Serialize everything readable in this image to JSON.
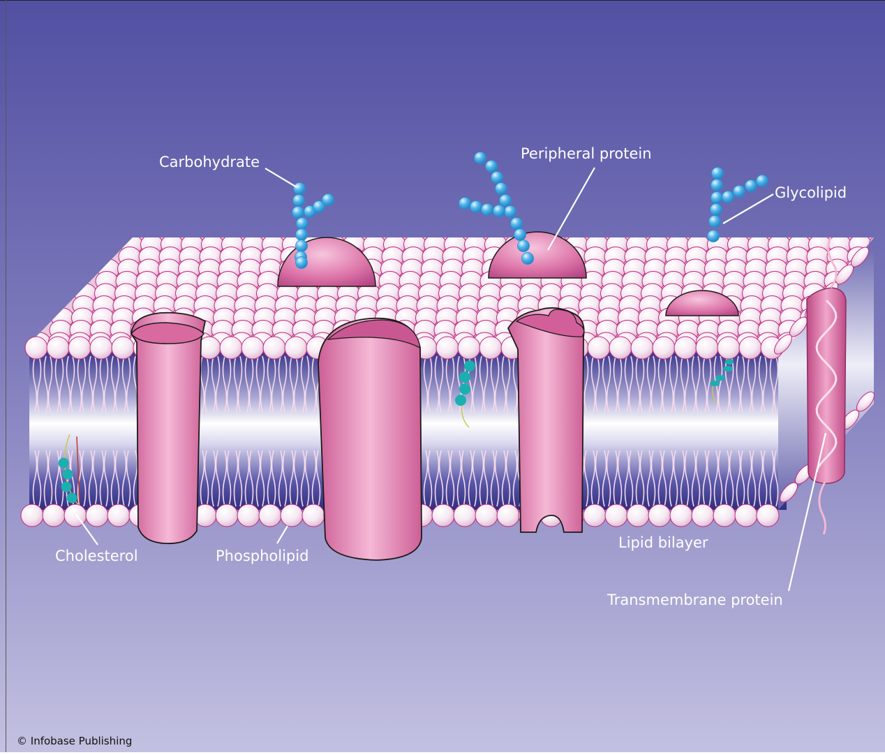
{
  "labels": {
    "carbohydrate": "Carbohydrate",
    "peripheral_protein": "Peripheral protein",
    "glycolipid": "Glycolipid",
    "cholesterol": "Cholesterol",
    "phospholipid": "Phospholipid",
    "lipid_bilayer": "Lipid bilayer",
    "transmembrane_protein": "Transmembrane protein"
  },
  "credit": "© Infobase Publishing",
  "colors": {
    "background_top": "#5150a2",
    "background_bottom": "#c3c1e1",
    "protein_pink": "#dc6fa6",
    "phospholipid_head": "#f4e4f0",
    "head_outline": "#c0277d",
    "carbohydrate_blue": "#52b6ec",
    "cholesterol_teal": "#1ab0b0",
    "label_text": "#ffffff"
  }
}
